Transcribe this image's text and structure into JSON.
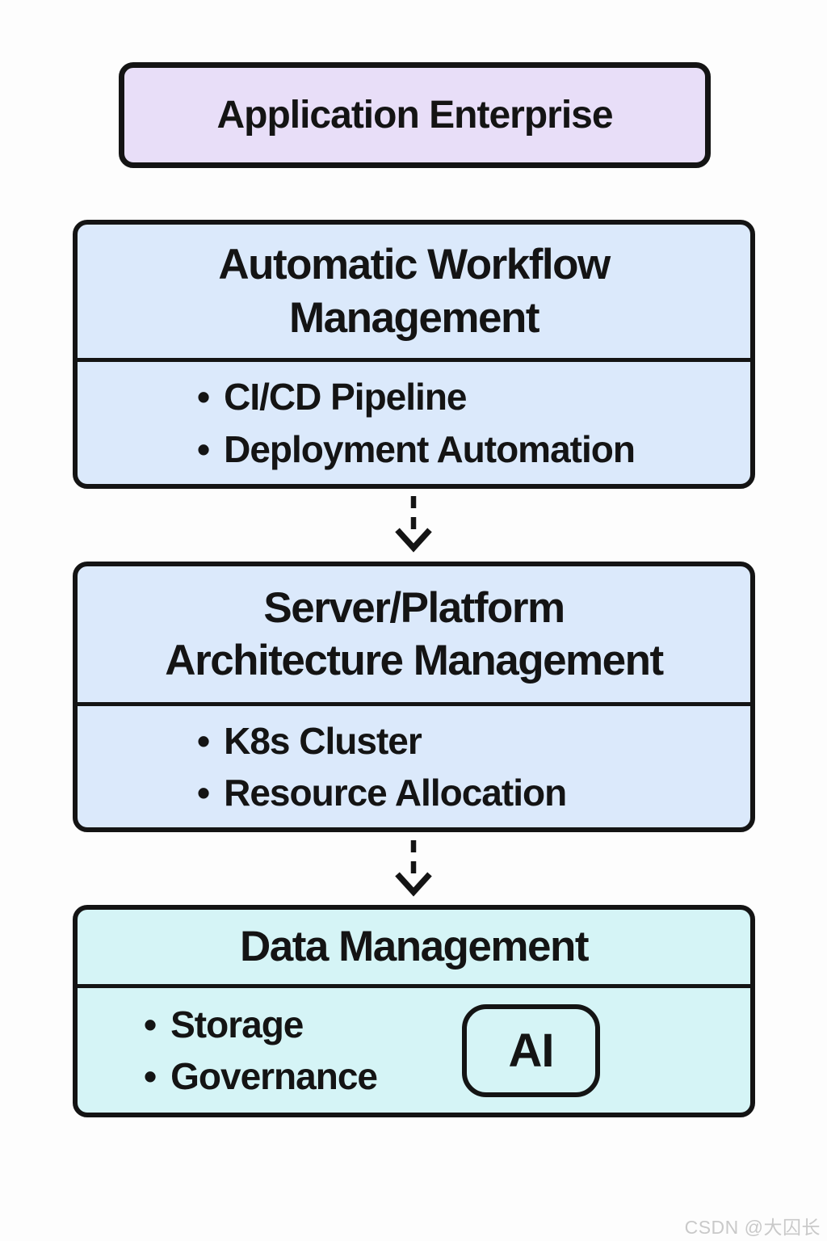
{
  "page": {
    "background_color": "#fdfdfd",
    "watermark": "CSDN @大囚长",
    "watermark_color": "#c9c9c9"
  },
  "diagram": {
    "border_color": "#141414",
    "arrow_color": "#141414",
    "root": {
      "label": "Application Enterprise",
      "bg_color": "#e8def8"
    },
    "layers": [
      {
        "title_lines": [
          "Automatic Workflow",
          "Management"
        ],
        "bullets": [
          "CI/CD Pipeline",
          "Deployment Automation"
        ],
        "bg_color": "#dbe9fb"
      },
      {
        "title_lines": [
          "Server/Platform",
          "Architecture Management"
        ],
        "bullets": [
          "K8s Cluster",
          "Resource Allocation"
        ],
        "bg_color": "#dbe9fb"
      },
      {
        "title_lines": [
          "Data Management"
        ],
        "bullets": [
          "Storage",
          "Governance"
        ],
        "bg_color": "#d5f4f6",
        "badge": "AI"
      }
    ]
  }
}
